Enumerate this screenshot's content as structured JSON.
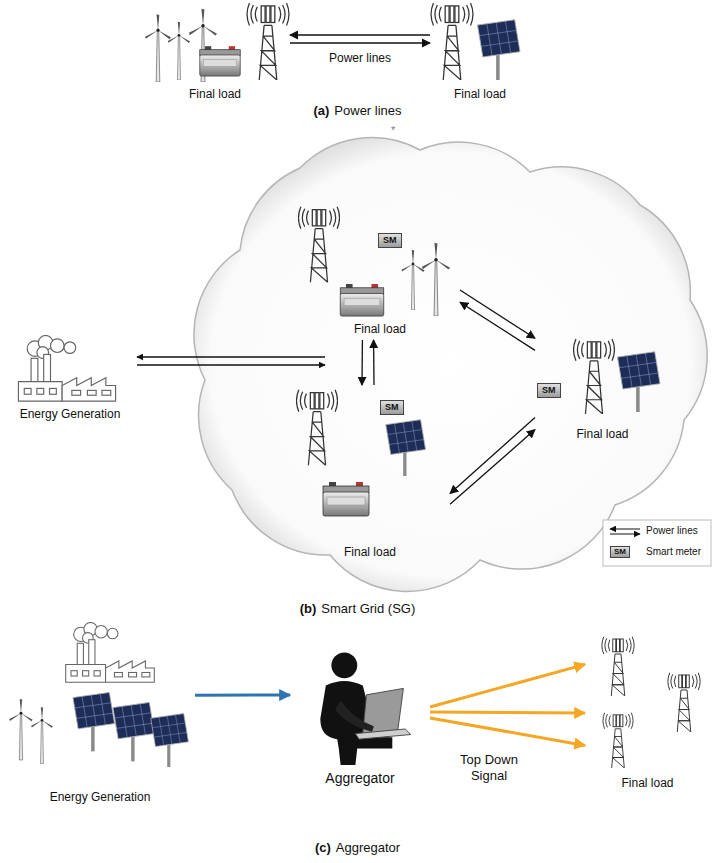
{
  "diagram": {
    "nodes": [
      {
        "text": [
          "Final load"
        ]
      },
      {
        "text": [
          "Final load"
        ]
      },
      {
        "text": [
          "Energy Generation"
        ]
      },
      {
        "text": [
          "SM"
        ]
      },
      {
        "text": [
          "Final load"
        ]
      },
      {
        "text": [
          "Final load"
        ]
      },
      {
        "text": [
          "SM"
        ]
      },
      {
        "text": [
          "SM"
        ]
      },
      {
        "text": [
          "Final load"
        ]
      },
      {
        "text": [
          "Energy Generation"
        ]
      },
      {
        "text": [
          "Aggregator"
        ]
      },
      {
        "text": [
          "Final load"
        ]
      }
    ],
    "edges": [
      {
        "from": 1,
        "to": 0,
        "arrow": "to"
      },
      {
        "from": 0,
        "to": 1,
        "arrow": "to",
        "label": "Power lines"
      },
      {
        "from": 4,
        "to": 8,
        "arrow": "to"
      },
      {
        "from": 8,
        "to": 4,
        "arrow": "to"
      },
      {
        "from": 4,
        "to": 5,
        "arrow": "to"
      },
      {
        "from": 5,
        "to": 4,
        "arrow": "to"
      },
      {
        "from": 8,
        "to": 5,
        "arrow": "to"
      },
      {
        "from": 5,
        "to": 8,
        "arrow": "to"
      },
      {
        "from": 9,
        "to": 10,
        "arrow": "to"
      },
      {
        "from": 10,
        "to": 11,
        "arrow": "to"
      },
      {
        "from": 10,
        "to": 11,
        "arrow": "to"
      },
      {
        "from": 10,
        "to": 11,
        "arrow": "to"
      }
    ],
    "labels": [
      "*",
      "SM",
      "(a)",
      "Power lines",
      "(b)",
      "Smart Grid (SG)",
      "Top Down Signal",
      "(c)",
      "Aggregator"
    ],
    "legend": [
      {
        "text": "Power lines"
      },
      {
        "text": "Smart meter"
      }
    ]
  }
}
